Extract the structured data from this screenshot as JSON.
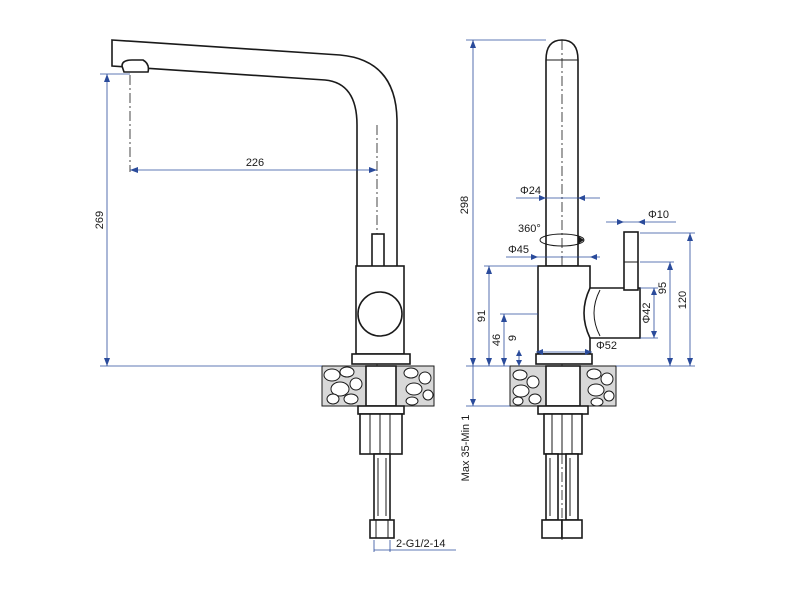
{
  "colors": {
    "outline": "#1a1a1a",
    "dimension_line": "#2a4b9b",
    "background": "#ffffff"
  },
  "side_view": {
    "dim_reach": "226",
    "dim_height": "269",
    "dim_connection": "2-G1/2-14"
  },
  "front_view": {
    "dim_total_height": "298",
    "dim_spout_diameter": "Φ24",
    "dim_rotation": "360°",
    "dim_body_diameter": "Φ45",
    "dim_lever_diameter": "Φ10",
    "dim_handle_height": "95",
    "dim_body_height": "120",
    "dim_side_height": "91",
    "dim_lever_hub_diameter": "Φ42",
    "dim_base_height": "46",
    "dim_base_step": "9",
    "dim_base_diameter": "Φ52",
    "dim_worktop_thickness": "Max 35-Min 1"
  }
}
